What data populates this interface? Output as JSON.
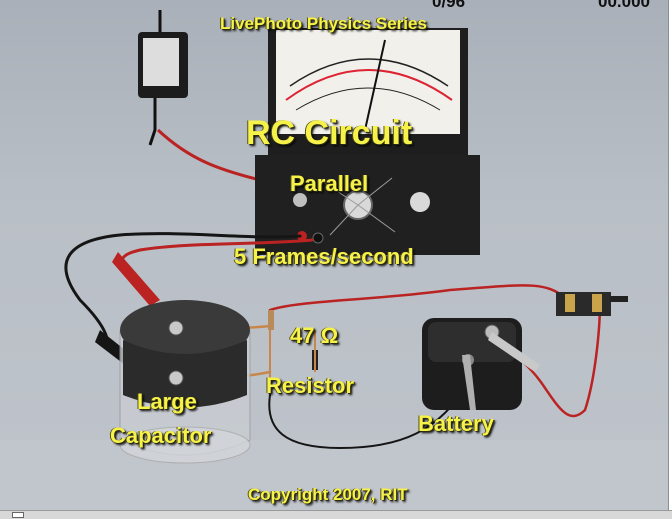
{
  "video": {
    "series_title": "LivePhoto Physics Series",
    "title": "RC Circuit",
    "subtitle": "Parallel",
    "frame_rate": "5 Frames/second",
    "resistance_label": "47 Ω",
    "resistor_label": "Resistor",
    "battery_label": "Battery",
    "capacitor_label_1": "Large",
    "capacitor_label_2": "Capacitor",
    "copyright": "Copyright 2007, RIT",
    "top_left_text": "0/96",
    "top_right_text": "00.000"
  },
  "colors": {
    "caption": "#f6f24a",
    "background": "#b9bfc6",
    "wire_red": "#c0282a",
    "wire_black": "#1a1a1a"
  }
}
